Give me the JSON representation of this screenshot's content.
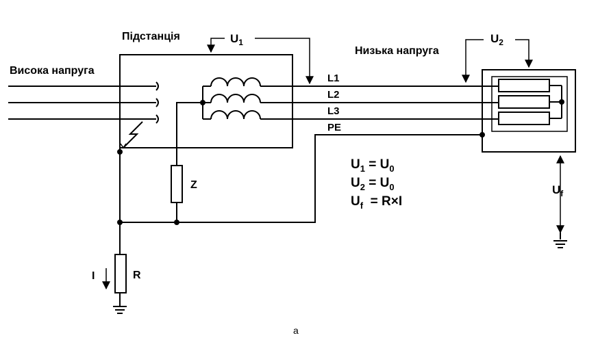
{
  "labels": {
    "substation": "Підстанція",
    "high_voltage": "Висока напруга",
    "low_voltage": "Низька напруга",
    "caption": "a"
  },
  "voltages": {
    "u1": {
      "main": "U",
      "sub": "1"
    },
    "u2": {
      "main": "U",
      "sub": "2"
    },
    "uf": {
      "main": "U",
      "sub": "f"
    }
  },
  "conductors": [
    "L1",
    "L2",
    "L3",
    "PE"
  ],
  "components": {
    "impedance": "Z",
    "resistor": "R",
    "current": "I"
  },
  "equations": [
    {
      "lhs": "U",
      "lhs_sub": "1",
      "op": " = ",
      "rhs": "U",
      "rhs_sub": "0"
    },
    {
      "lhs": "U",
      "lhs_sub": "2",
      "op": " = ",
      "rhs": "U",
      "rhs_sub": "0"
    },
    {
      "lhs": "U",
      "lhs_sub": "f",
      "op": "  = ",
      "rhs": "R×I",
      "rhs_sub": ""
    }
  ]
}
